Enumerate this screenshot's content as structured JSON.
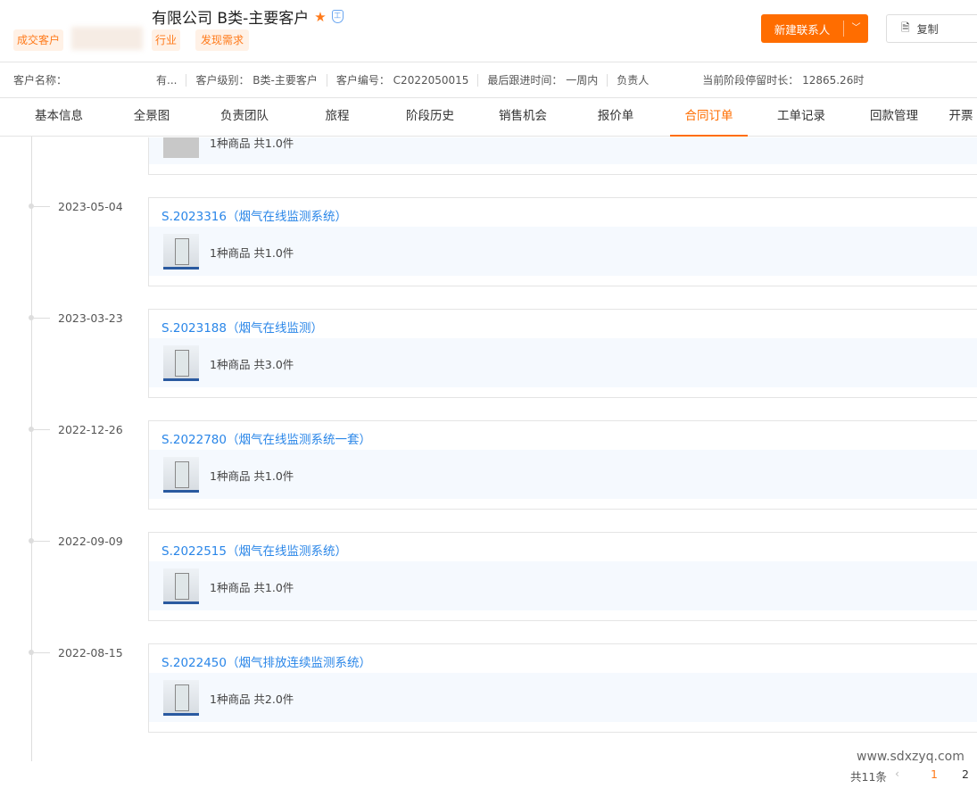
{
  "header": {
    "title": "有限公司 B类-主要客户",
    "tags": [
      "成交客户",
      "行业",
      "发现需求"
    ],
    "new_contact": "新建联系人",
    "copy": "复制"
  },
  "info": {
    "name_label": "客户名称：",
    "name_value": "有...",
    "level": "客户级别： B类-主要客户",
    "code": "客户编号： C2022050015",
    "last_follow": "最后跟进时间： 一周内",
    "owner": "负责人",
    "stay": "当前阶段停留时长： 12865.26时"
  },
  "tabs": [
    "基本信息",
    "全景图",
    "负责团队",
    "旅程",
    "阶段历史",
    "销售机会",
    "报价单",
    "合同订单",
    "工单记录",
    "回款管理",
    "开票"
  ],
  "active_tab": "合同订单",
  "top_partial": {
    "products": "1种商品 共1.0件"
  },
  "orders": [
    {
      "date": "2023-05-04",
      "title": "S.2023316（烟气在线监测系统）",
      "products": "1种商品 共1.0件"
    },
    {
      "date": "2023-03-23",
      "title": "S.2023188（烟气在线监测）",
      "products": "1种商品 共3.0件"
    },
    {
      "date": "2022-12-26",
      "title": "S.2022780（烟气在线监测系统一套）",
      "products": "1种商品 共1.0件"
    },
    {
      "date": "2022-09-09",
      "title": "S.2022515（烟气在线监测系统）",
      "products": "1种商品 共1.0件"
    },
    {
      "date": "2022-08-15",
      "title": "S.2022450（烟气排放连续监测系统）",
      "products": "1种商品 共2.0件"
    }
  ],
  "footer": {
    "website": "www.sdxzyq.com",
    "total": "共11条",
    "pages": [
      "1",
      "2"
    ],
    "current_page": "1"
  }
}
